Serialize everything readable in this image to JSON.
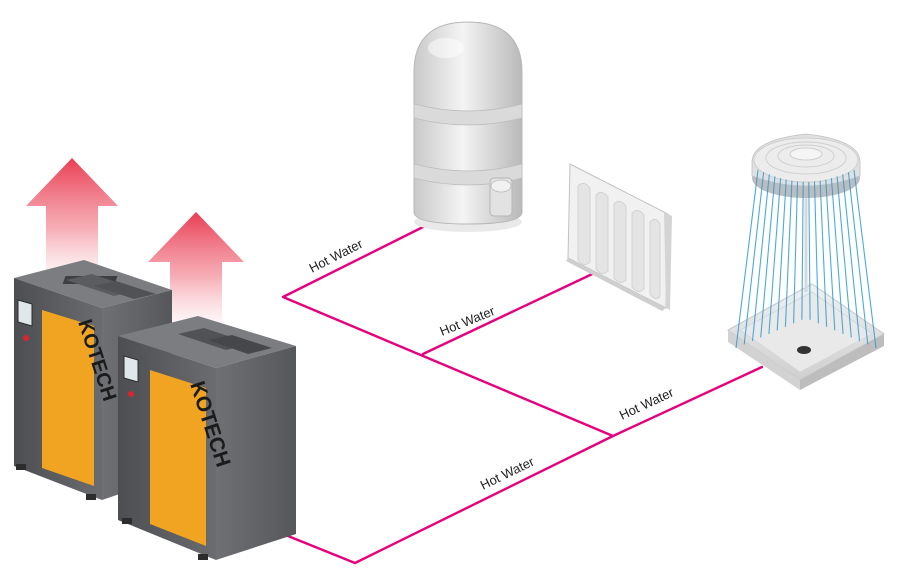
{
  "pipes": {
    "color": "#e6007e",
    "labels": {
      "tank": "Hot Water",
      "radiator": "Hot Water",
      "shower": "Hot Water",
      "main": "Hot Water"
    }
  },
  "compressors": {
    "brand": "KOTECH",
    "panel_color": "#f0a422",
    "cabinet_color": "#5d5f62"
  },
  "heat_arrows": {
    "color": "#e8334a"
  }
}
